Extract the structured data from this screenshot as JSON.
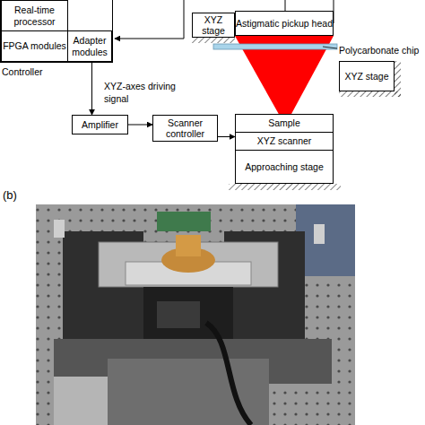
{
  "diagram": {
    "nodes": [
      {
        "text": [
          "Controller"
        ]
      },
      {
        "text": [
          "Real-time processor"
        ],
        "in": 0
      },
      {
        "text": [
          "FPGA modules"
        ],
        "in": 0
      },
      {
        "text": [
          "Adapter modules"
        ],
        "in": 0
      },
      {
        "text": [
          "XYZ stage"
        ]
      },
      {
        "text": [
          "Astigmatic pickup head"
        ]
      },
      {
        "text": [
          "XYZ stage"
        ]
      },
      {
        "text": [
          "Amplifier"
        ]
      },
      {
        "text": [
          "Scanner controller"
        ]
      },
      {
        "text": [
          "Sample"
        ]
      },
      {
        "text": [
          "XYZ scanner"
        ]
      },
      {
        "text": [
          "Approaching stage"
        ]
      }
    ],
    "edges": [
      {
        "from": 3,
        "to": 7,
        "label": "XYZ-axes driving signal",
        "arrow": "to"
      },
      {
        "from": 7,
        "to": 8,
        "arrow": "to"
      },
      {
        "from": 8,
        "to": 10,
        "arrow": "to"
      }
    ],
    "labels": [
      "Polycarbonate chip",
      "(b)"
    ]
  }
}
